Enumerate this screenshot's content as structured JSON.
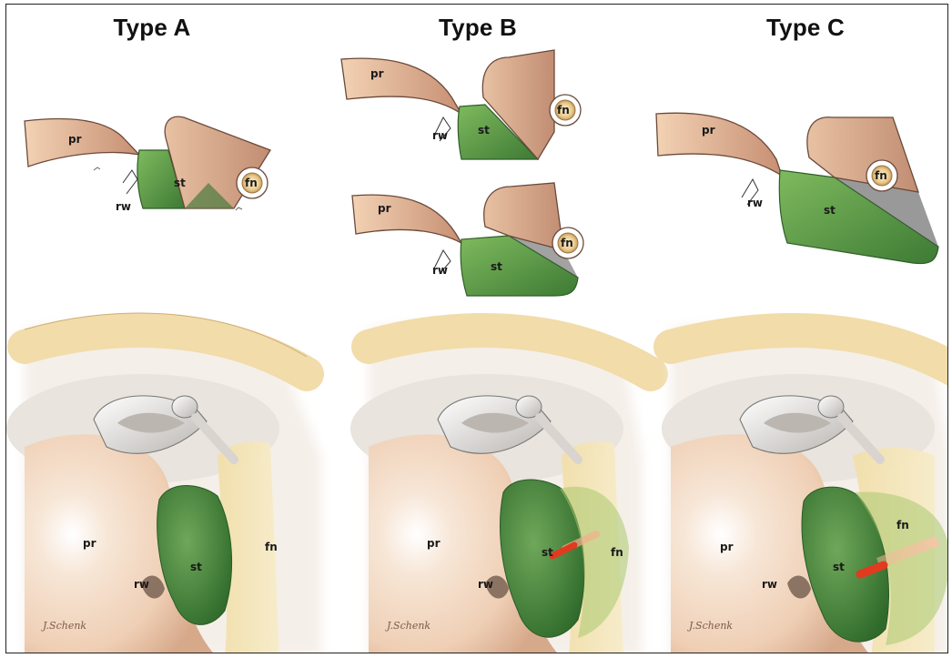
{
  "types": [
    {
      "title": "Type A"
    },
    {
      "title": "Type B"
    },
    {
      "title": "Type C"
    }
  ],
  "labels": {
    "promontory": "pr",
    "round_window": "rw",
    "sinus_tympani": "st",
    "facial_nerve": "fn"
  },
  "signature": "J.Schenk",
  "colors": {
    "promontory": "#e7b697",
    "sinus_tympani": "#5b9a47",
    "facial_nerve_canal": "#f3e2b2",
    "bone": "#f2d9c4",
    "instrument": "#e23a1f"
  }
}
